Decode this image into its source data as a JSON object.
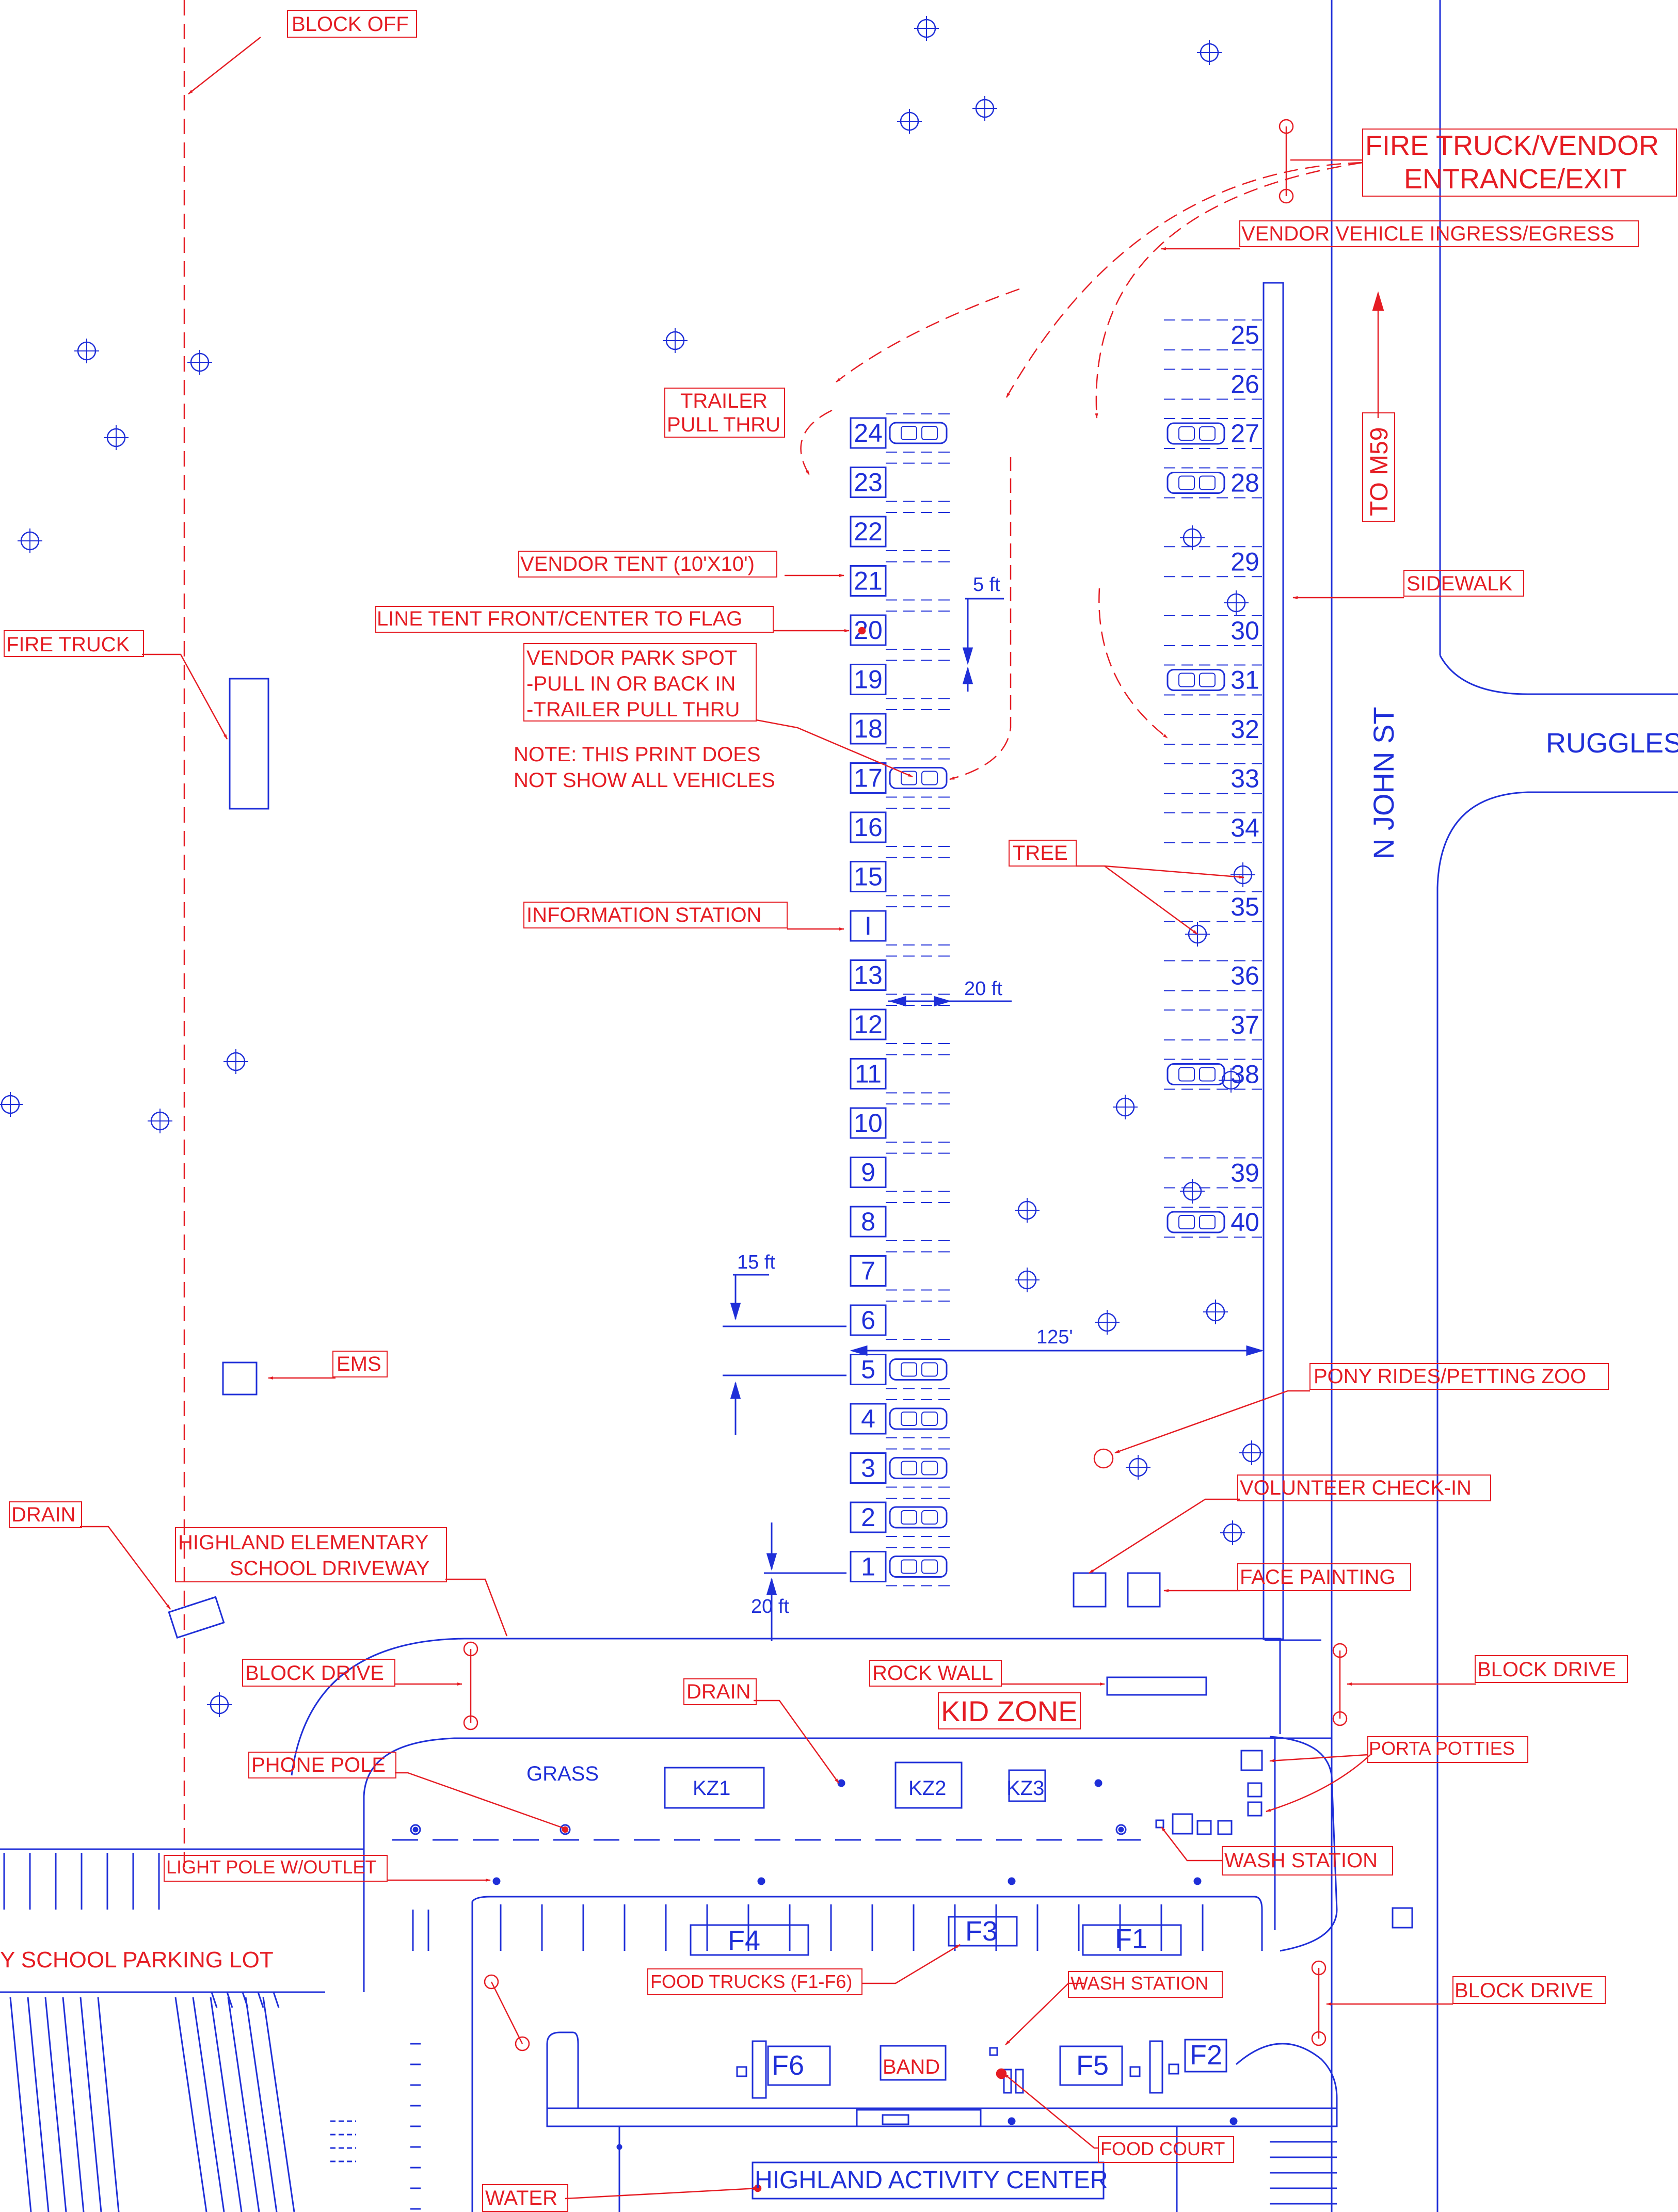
{
  "colors": {
    "blue": "#1f2fd8",
    "red": "#e51c23",
    "background": "#ffffff"
  },
  "labels": {
    "block_off": "BLOCK OFF",
    "fire_entrance_1": "FIRE TRUCK/VENDOR",
    "fire_entrance_2": "ENTRANCE/EXIT",
    "vendor_ingress": "VENDOR VEHICLE INGRESS/EGRESS",
    "trailer_1": "TRAILER",
    "trailer_2": "PULL THRU",
    "vendor_tent": "VENDOR TENT (10'X10')",
    "line_tent": "LINE TENT FRONT/CENTER TO FLAG",
    "park_1": "VENDOR PARK SPOT",
    "park_2": "-PULL IN OR BACK IN",
    "park_3": "-TRAILER PULL THRU",
    "note_1": "NOTE: THIS PRINT DOES",
    "note_2": "NOT SHOW ALL VEHICLES",
    "fire_truck": "FIRE TRUCK",
    "sidewalk": "SIDEWALK",
    "to_m59": "TO M59",
    "tree": "TREE",
    "info_station": "INFORMATION STATION",
    "ems": "EMS",
    "pony": "PONY RIDES/PETTING ZOO",
    "volunteer": "VOLUNTEER CHECK-IN",
    "face": "FACE PAINTING",
    "drain_left": "DRAIN",
    "school_1": "HIGHLAND ELEMENTARY",
    "school_2": "SCHOOL DRIVEWAY",
    "block_drive_left": "BLOCK DRIVE",
    "drain_center": "DRAIN",
    "rock_wall": "ROCK WALL",
    "kid_zone": "KID ZONE",
    "block_drive_right": "BLOCK DRIVE",
    "porta": "PORTA POTTIES",
    "phone_pole": "PHONE POLE",
    "wash_station_1": "WASH STATION",
    "light_pole": "LIGHT POLE W/OUTLET",
    "parking_lot": "Y SCHOOL PARKING LOT",
    "food_trucks": "FOOD TRUCKS (F1-F6)",
    "wash_station_2": "WASH STATION",
    "block_drive_lower": "BLOCK DRIVE",
    "food_court": "FOOD COURT",
    "water": "WATER",
    "band": "BAND"
  },
  "blue_labels": {
    "n_john": "N JOHN ST",
    "ruggles": "RUGGLES",
    "dim_5ft": "5 ft",
    "dim_20ft_a": "20 ft",
    "dim_15ft": "15 ft",
    "dim_125": "125'",
    "dim_20ft_b": "20 ft",
    "grass": "GRASS",
    "kz1": "KZ1",
    "kz2": "KZ2",
    "kz3": "KZ3",
    "f1": "F1",
    "f2": "F2",
    "f3": "F3",
    "f4": "F4",
    "f5": "F5",
    "f6": "F6",
    "activity_center": "HIGHLAND ACTIVITY CENTER"
  },
  "left_spots": [
    "24",
    "23",
    "22",
    "21",
    "20",
    "19",
    "18",
    "17",
    "16",
    "15",
    "I",
    "13",
    "12",
    "11",
    "10",
    "9",
    "8",
    "7",
    "6",
    "5",
    "4",
    "3",
    "2",
    "1"
  ],
  "right_spots": [
    "25",
    "26",
    "27",
    "28",
    "29",
    "30",
    "31",
    "32",
    "33",
    "34",
    "35",
    "36",
    "37",
    "38",
    "39",
    "40"
  ],
  "right_spot_rows": [
    0,
    1,
    2,
    3,
    4.6,
    6,
    7,
    8,
    9,
    10,
    11.6,
    13,
    14,
    15,
    17,
    18
  ],
  "left_vehicle_rows": [
    0,
    7,
    19,
    20,
    21,
    22,
    23
  ],
  "right_vehicle_rows": [
    2,
    3,
    6,
    13,
    15
  ],
  "icons": {
    "tree": "tree-crosshair-icon",
    "vehicle": "car-icon",
    "pole": "pole-icon",
    "light": "light-pole-dot-icon"
  }
}
